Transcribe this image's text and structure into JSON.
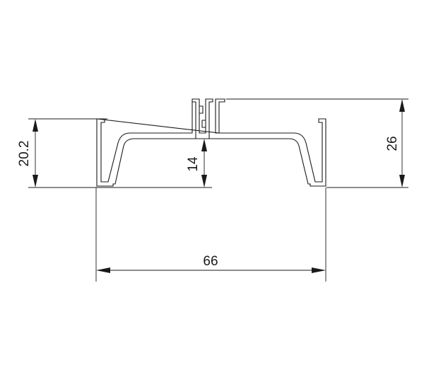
{
  "drawing": {
    "dimensions": {
      "width_label": "66",
      "left_height_label": "20.2",
      "center_height_label": "14",
      "right_height_label": "26"
    }
  },
  "colors": {
    "line": "#1a1a1a",
    "background": "#ffffff"
  }
}
